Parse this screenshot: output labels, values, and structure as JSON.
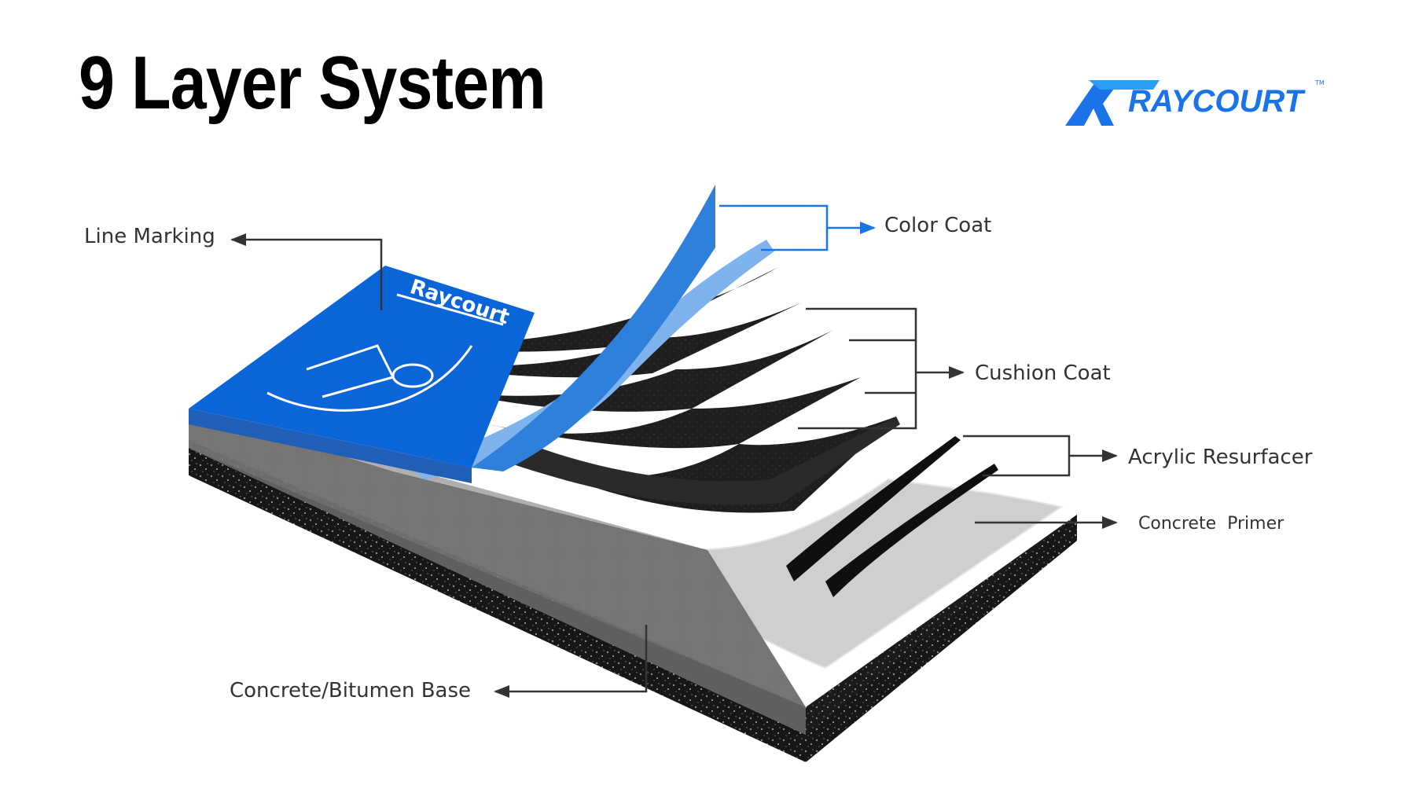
{
  "title": "9 Layer System",
  "logo": {
    "text": "RAYCOURT",
    "tm": "TM",
    "color": "#1a73e8"
  },
  "court_logo_text": "Raycourt",
  "labels": {
    "line_marking": "Line Marking",
    "color_coat": "Color Coat",
    "cushion_coat": "Cushion Coat",
    "acrylic_resurfacer": "Acrylic Resurfacer",
    "concrete_primer": "Concrete  Primer",
    "base": "Concrete/Bitumen Base"
  },
  "colors": {
    "court_blue": "#0a66d8",
    "color_coat_blue": "#2f80db",
    "cushion_black": "#1b1b1b",
    "primer_grey": "#c9c9c9",
    "base_dark": "#141414",
    "leader": "#333333"
  }
}
